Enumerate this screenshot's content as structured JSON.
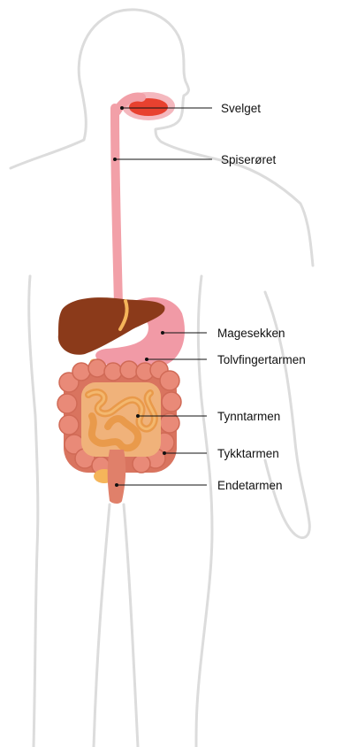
{
  "labels": {
    "svelget": "Svelget",
    "spiseroret": "Spiserøret",
    "magesekken": "Magesekken",
    "tolvfingertarmen": "Tolvfingertarmen",
    "tynntarmen": "Tynntarmen",
    "tykktarmen": "Tykktarmen",
    "endetarmen": "Endetarmen"
  },
  "colors": {
    "body_outline": "#dcdcdc",
    "esophagus": "#f2a0a8",
    "pharynx": "#e8412f",
    "liver": "#8b3a1a",
    "stomach": "#f19aa6",
    "duodenum": "#f5b55a",
    "small_intestine": "#e99a4b",
    "large_intestine": "#e98a78",
    "rectum": "#e0806a",
    "leader_line": "#111111"
  }
}
